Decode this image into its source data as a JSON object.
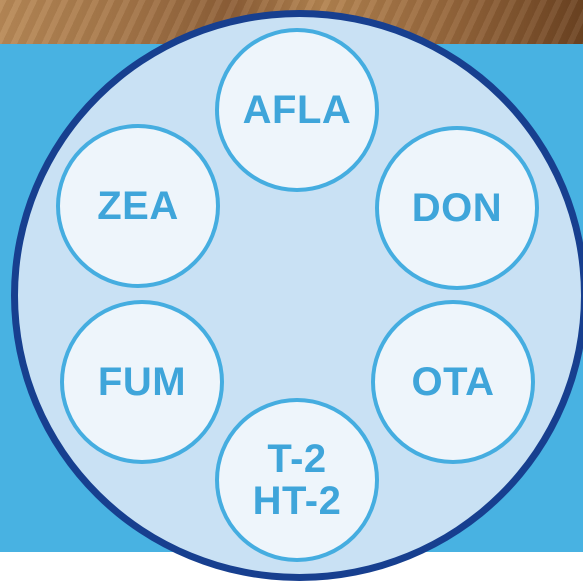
{
  "colors": {
    "panel_blue": "#48b2e2",
    "circle_fill": "#c9e1f4",
    "circle_border": "#173f8f",
    "token_fill": "#eef5fb",
    "token_border": "#45ade0",
    "token_text": "#3fa5da"
  },
  "tokens": [
    {
      "label": "AFLA"
    },
    {
      "label": "DON"
    },
    {
      "label": "OTA"
    },
    {
      "lines": [
        "T-2",
        "HT-2"
      ]
    },
    {
      "label": "FUM"
    },
    {
      "label": "ZEA"
    }
  ]
}
